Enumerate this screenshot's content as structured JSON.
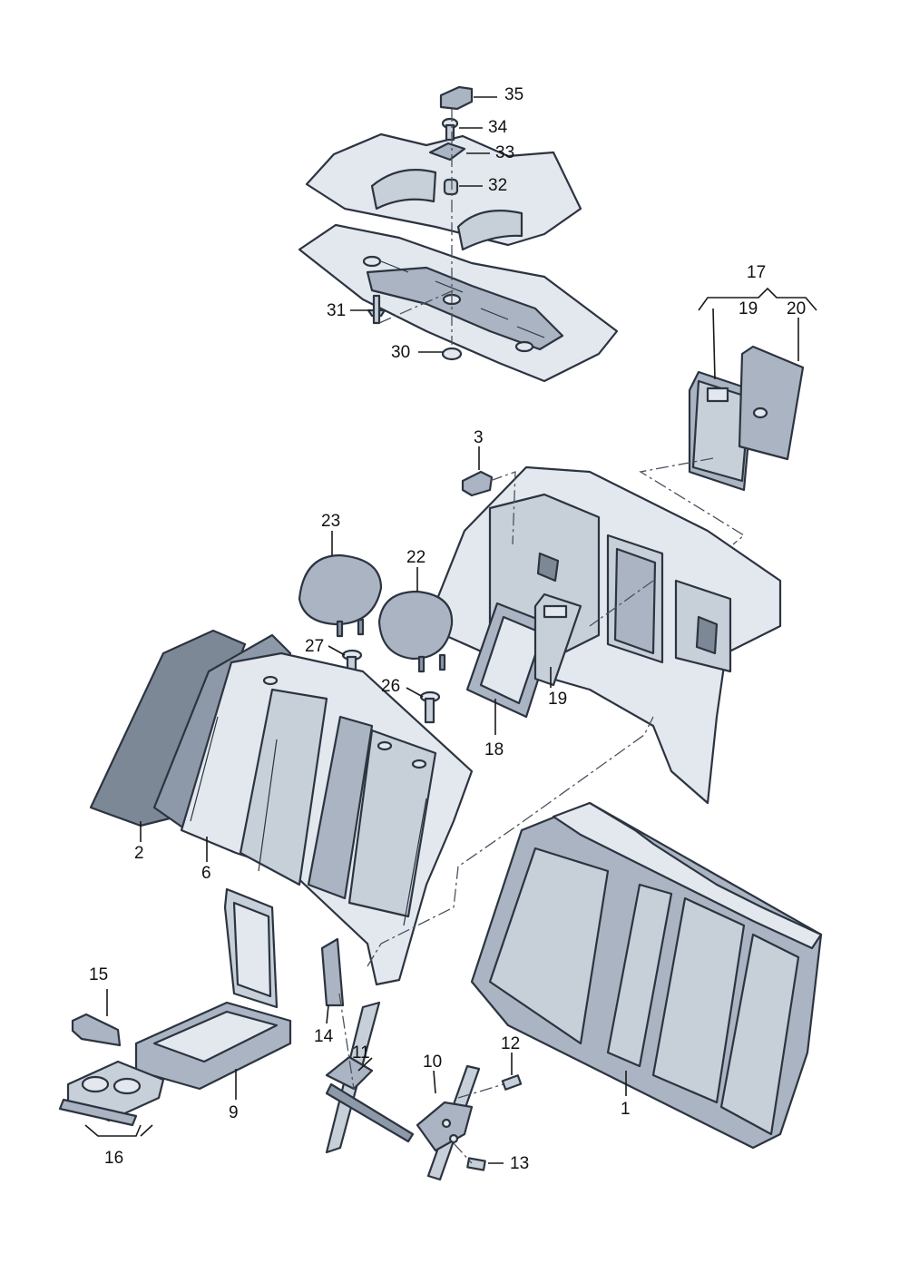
{
  "callouts": {
    "c1": "1",
    "c2": "2",
    "c3": "3",
    "c6": "6",
    "c9": "9",
    "c10": "10",
    "c11": "11",
    "c12": "12",
    "c13": "13",
    "c14": "14",
    "c15": "15",
    "c16": "16",
    "c17": "17",
    "c18": "18",
    "c19a": "19",
    "c19b": "19",
    "c20": "20",
    "c22": "22",
    "c23": "23",
    "c26": "26",
    "c27": "27",
    "c30": "30",
    "c31": "31",
    "c32": "32",
    "c33": "33",
    "c34": "34",
    "c35": "35"
  }
}
